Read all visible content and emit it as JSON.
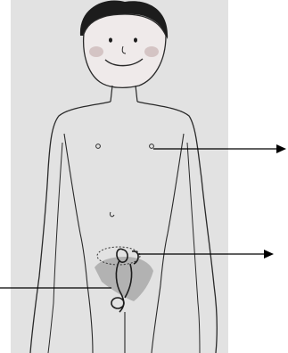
{
  "diagram": {
    "subject": "boy-body-outline",
    "pointers": [
      {
        "id": "chest-pointer",
        "direction": "right"
      },
      {
        "id": "reproductive-pointer",
        "direction": "right"
      },
      {
        "id": "groin-pointer",
        "direction": "left"
      }
    ]
  },
  "colors": {
    "paper": "#e6e6e6",
    "line": "#2a2a2a",
    "hair": "#1c1c1c",
    "cheek": "#c9b3b3",
    "arrow": "#000000"
  }
}
